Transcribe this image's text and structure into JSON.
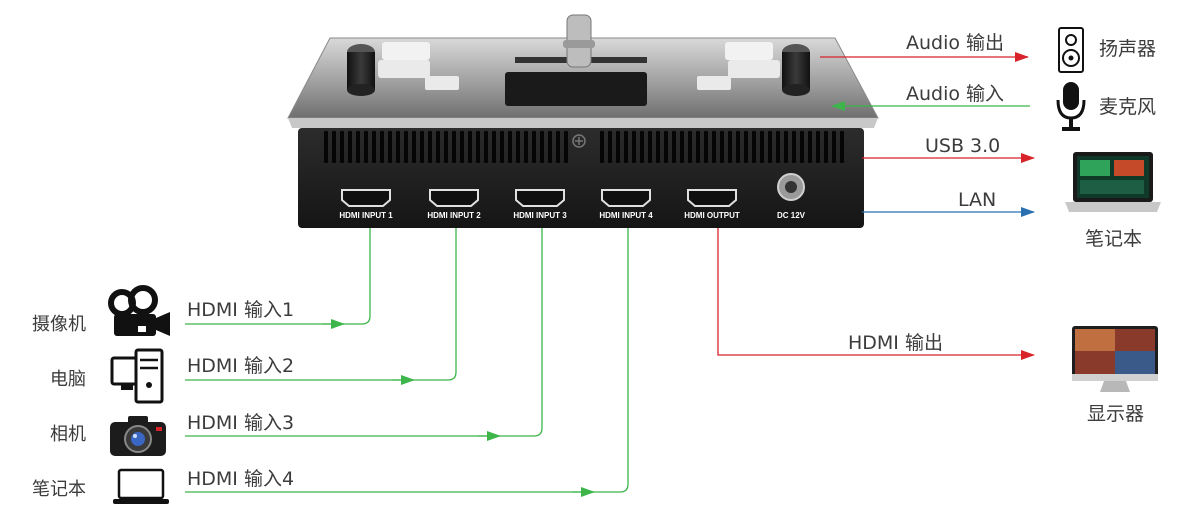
{
  "device": {
    "ports": [
      "HDMI INPUT 1",
      "HDMI INPUT 2",
      "HDMI INPUT 3",
      "HDMI INPUT 4",
      "HDMI OUTPUT",
      "DC 12V"
    ]
  },
  "right_links": [
    {
      "line_label": "Audio 输出",
      "device_label": "扬声器",
      "icon": "speaker-icon",
      "color": "#d8232a"
    },
    {
      "line_label": "Audio 输入",
      "device_label": "麦克风",
      "icon": "microphone-icon",
      "color": "#3db54a"
    },
    {
      "line_label": "USB 3.0",
      "device_label": "",
      "icon": "",
      "color": "#d8232a"
    },
    {
      "line_label": "LAN",
      "device_label": "笔记本",
      "icon": "laptop-icon",
      "color": "#2a6fb0"
    },
    {
      "line_label": "HDMI 输出",
      "device_label": "显示器",
      "icon": "monitor-icon",
      "color": "#d8232a"
    }
  ],
  "left_links": [
    {
      "device_label": "摄像机",
      "line_label": "HDMI 输入1",
      "icon": "video-camera-icon",
      "color": "#3db54a"
    },
    {
      "device_label": "电脑",
      "line_label": "HDMI 输入2",
      "icon": "desktop-computer-icon",
      "color": "#3db54a"
    },
    {
      "device_label": "相机",
      "line_label": "HDMI 输入3",
      "icon": "camera-icon",
      "color": "#3db54a"
    },
    {
      "device_label": "笔记本",
      "line_label": "HDMI 输入4",
      "icon": "laptop-icon",
      "color": "#3db54a"
    }
  ]
}
